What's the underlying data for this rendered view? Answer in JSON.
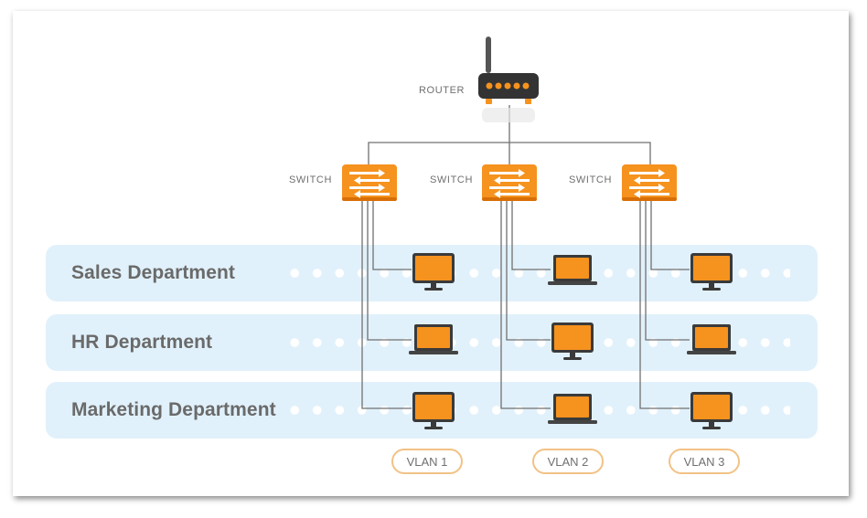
{
  "router": {
    "label": "ROUTER"
  },
  "switches": [
    {
      "label": "SWITCH"
    },
    {
      "label": "SWITCH"
    },
    {
      "label": "SWITCH"
    }
  ],
  "departments": [
    {
      "label": "Sales Department"
    },
    {
      "label": "HR Department"
    },
    {
      "label": "Marketing Department"
    }
  ],
  "vlans": [
    {
      "label": "VLAN 1"
    },
    {
      "label": "VLAN 2"
    },
    {
      "label": "VLAN 3"
    }
  ],
  "devices": [
    [
      "monitor",
      "laptop",
      "monitor"
    ],
    [
      "laptop",
      "monitor",
      "laptop"
    ],
    [
      "monitor",
      "laptop",
      "monitor"
    ]
  ],
  "colors": {
    "accent": "#f6921e",
    "band": "#e1f1fb",
    "line": "#707070",
    "vlan_border": "#f2c285"
  }
}
